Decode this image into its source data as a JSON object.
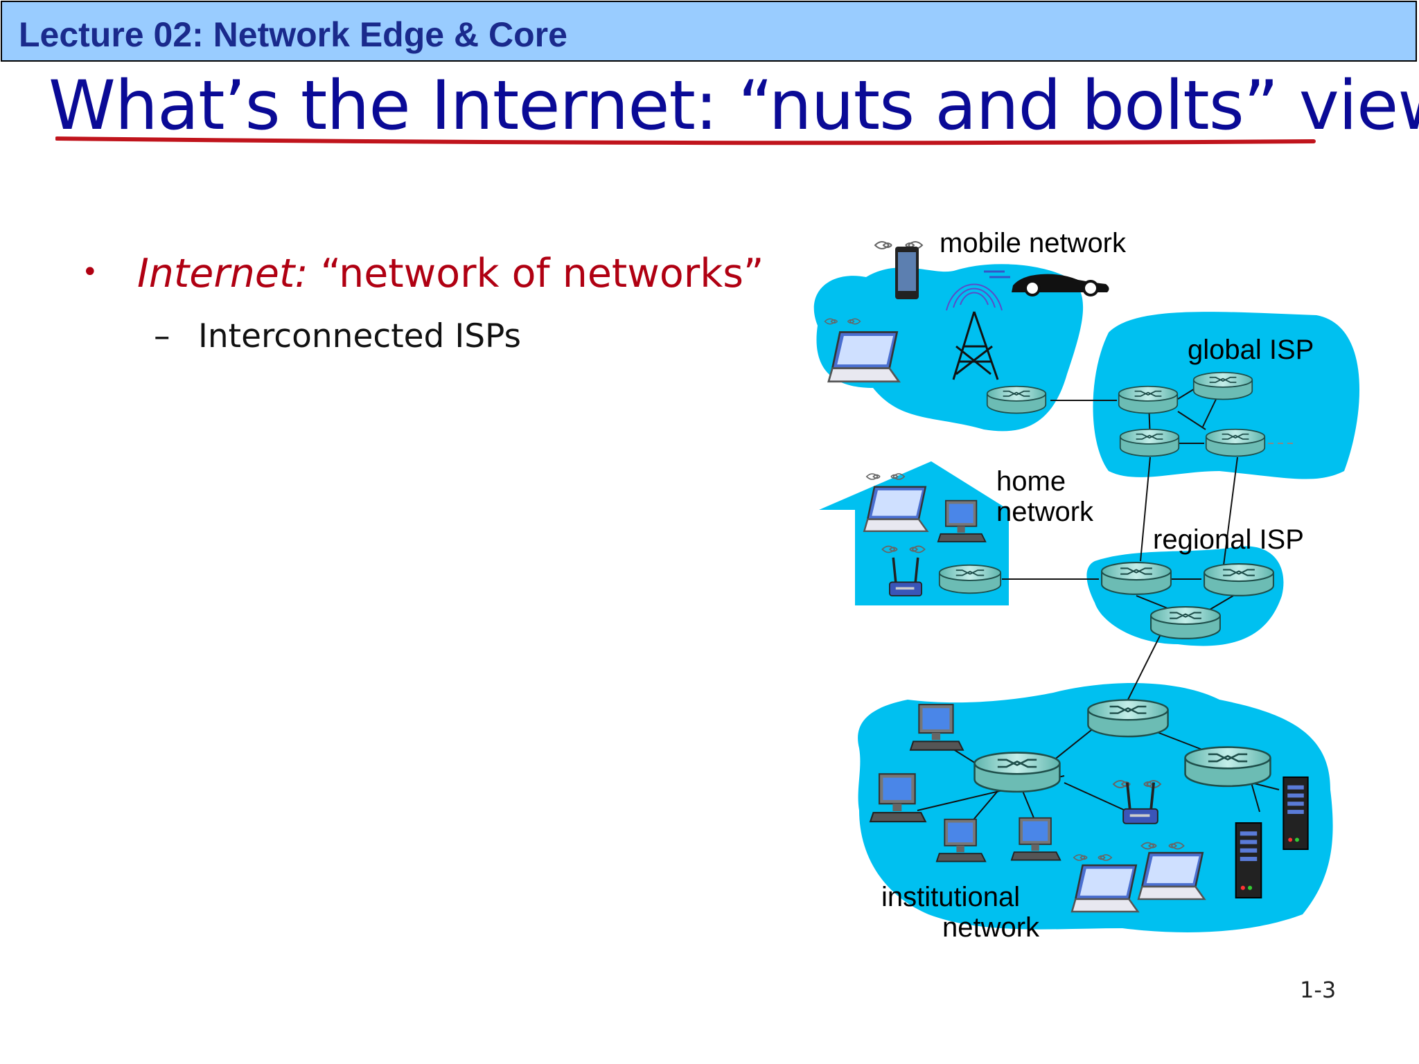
{
  "header": {
    "title": "Lecture 02: Network Edge & Core"
  },
  "slide": {
    "title": "What’s the Internet: “nuts and bolts” view",
    "bullet": {
      "term": "Internet:",
      "text": " “network of networks”"
    },
    "subbullet": {
      "dash": "–",
      "text": "Interconnected ISPs"
    },
    "page_number": "1-3"
  },
  "diagram": {
    "labels": {
      "mobile": "mobile network",
      "global": "global ISP",
      "home_1": "home",
      "home_2": "network",
      "regional": "regional ISP",
      "institutional_1": "institutional",
      "institutional_2": "network"
    }
  },
  "colors": {
    "header_bg": "#99ccff",
    "title": "#0a0a96",
    "accent_red": "#b00012",
    "network_blue": "#00c0f0",
    "router": "#7ecdc6"
  }
}
